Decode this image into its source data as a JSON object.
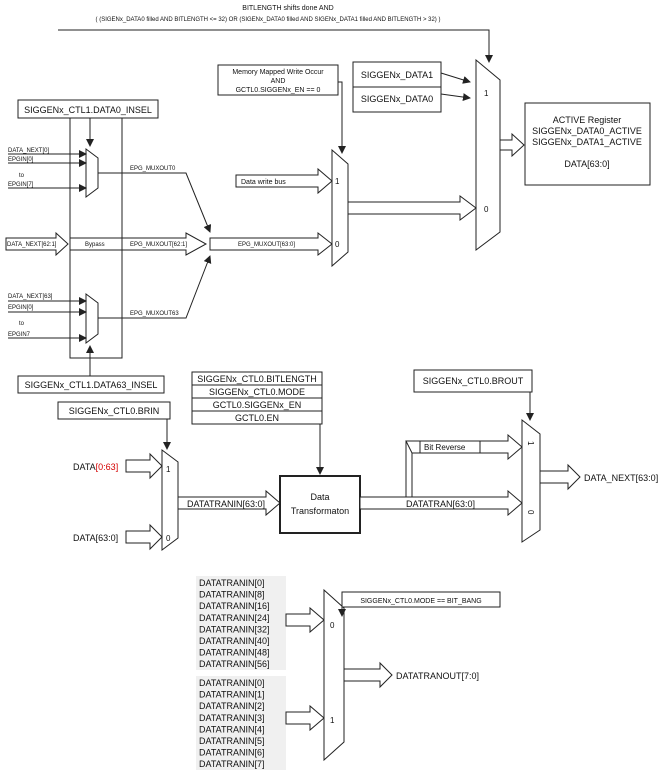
{
  "top_note": {
    "line1": "BITLENGTH shifts done AND",
    "line2": "( (SIGENx_DATA0 filled AND BITLENGTH <= 32) OR (SIGENx_DATA0 filled AND SIGENx_DATA1 filled AND BITLENGTH > 32) )"
  },
  "mm_note": {
    "line1": "Memory Mapped Write Occur",
    "line2": "AND",
    "line3": "GCTL0.SIGGENx_EN == 0"
  },
  "regs": {
    "data1": "SIGGENx_DATA1",
    "data0": "SIGGENx_DATA0"
  },
  "active_register": {
    "line1": "ACTIVE Register",
    "line2": "SIGGENx_DATA0_ACTIVE",
    "line3": "SIGGENx_DATA1_ACTIVE",
    "line4": "DATA[63:0]"
  },
  "ctl_data0_insel": "SIGGENx_CTL1.DATA0_INSEL",
  "ctl_data63_insel": "SIGGENx_CTL1.DATA63_INSEL",
  "mux0_inputs": {
    "a": "DATA_NEXT[0]",
    "b": "EPGIN[0]",
    "c": "to",
    "d": "EPGIN[7]"
  },
  "mux63_inputs": {
    "a": "DATA_NEXT[63]",
    "b": "EPGIN[0]",
    "c": "to",
    "d": "EPGIN7"
  },
  "bypass": {
    "input": "DATA_NEXT[62:1]",
    "label": "Bypass"
  },
  "muxout": {
    "out0": "EPG_MUXOUT0",
    "mid": "EPG_MUXOUT[62:1]",
    "out63": "EPG_MUXOUT63",
    "combined": "EPG_MUXOUT[63:0]"
  },
  "data_write_bus": "Data write bus",
  "mux_labels": {
    "one": "1",
    "zero": "0"
  },
  "ctl_box": {
    "r1": "SIGGENx_CTL0.BITLENGTH",
    "r2": "SIGGENx_CTL0.MODE",
    "r3": "GCTL0.SIGGENx_EN",
    "r4": "GCTL0.EN"
  },
  "brin": "SIGGENx_CTL0.BRIN",
  "brout": "SIGGENx_CTL0.BROUT",
  "data_in_1": {
    "prefix": "DATA",
    "suffix": "[0:63]"
  },
  "data_in_0": "DATA[63:0]",
  "datatranin": "DATATRANIN[63:0]",
  "transform": {
    "line1": "Data",
    "line2": "Transformaton"
  },
  "datatran": "DATATRAN[63:0]",
  "bit_reverse": "Bit Reverse",
  "data_next_out": "DATA_NEXT[63:0]",
  "bitbang_note": "SIGGENx_CTL0.MODE == BIT_BANG",
  "group0": [
    "DATATRANIN[0]",
    "DATATRANIN[8]",
    "DATATRANIN[16]",
    "DATATRANIN[24]",
    "DATATRANIN[32]",
    "DATATRANIN[40]",
    "DATATRANIN[48]",
    "DATATRANIN[56]"
  ],
  "group1": [
    "DATATRANIN[0]",
    "DATATRANIN[1]",
    "DATATRANIN[2]",
    "DATATRANIN[3]",
    "DATATRANIN[4]",
    "DATATRANIN[5]",
    "DATATRANIN[6]",
    "DATATRANIN[7]"
  ],
  "datatranout": "DATATRANOUT[7:0]"
}
